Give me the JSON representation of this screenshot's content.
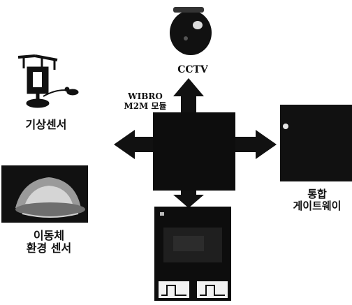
{
  "nodes": {
    "cctv": {
      "label": "CCTV",
      "icon": "cctv-camera-icon"
    },
    "weather_sensor": {
      "label": "기상센서",
      "icon": "weather-sensor-icon"
    },
    "mobile_sensor": {
      "label_line1": "이동체",
      "label_line2": "환경 센서",
      "icon": "mobile-environment-sensor-icon"
    },
    "gateway": {
      "label_line1": "통합",
      "label_line2": "게이트웨이",
      "icon": "gateway-device-icon"
    },
    "center_module": {
      "label_line1": "WIBRO",
      "label_line2": "M2M 모듈",
      "icon": "m2m-module-icon"
    },
    "bottom_device": {
      "icon": "circuit-board-icon"
    }
  },
  "colors": {
    "ink": "#111111",
    "background": "#ffffff"
  }
}
